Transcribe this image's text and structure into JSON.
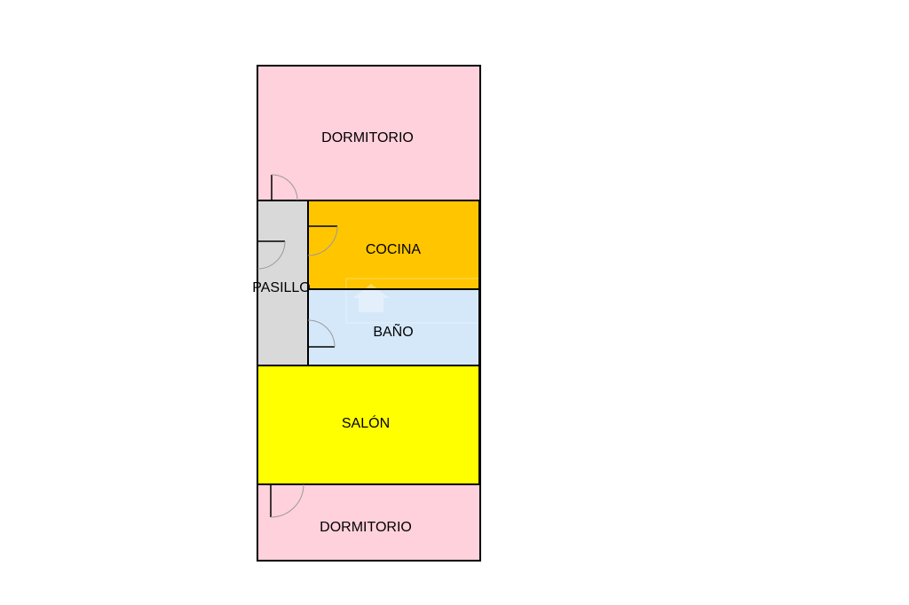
{
  "rooms": {
    "dormitorio_top": {
      "label": "DORMITORIO",
      "color": "#ffd1dc"
    },
    "cocina": {
      "label": "COCINA",
      "color": "#ffc600"
    },
    "pasillo": {
      "label": "PASILLO",
      "color": "#d9d9d9"
    },
    "bano": {
      "label": "BAÑO",
      "color": "#d5e8fa"
    },
    "salon": {
      "label": "SALÓN",
      "color": "#ffff00"
    },
    "dormitorio_bottom": {
      "label": "DORMITORIO",
      "color": "#ffd1dc"
    }
  },
  "watermark": {
    "icon": "house-logo-icon",
    "color": "#ffffff"
  },
  "walls": {
    "color": "#000000"
  }
}
